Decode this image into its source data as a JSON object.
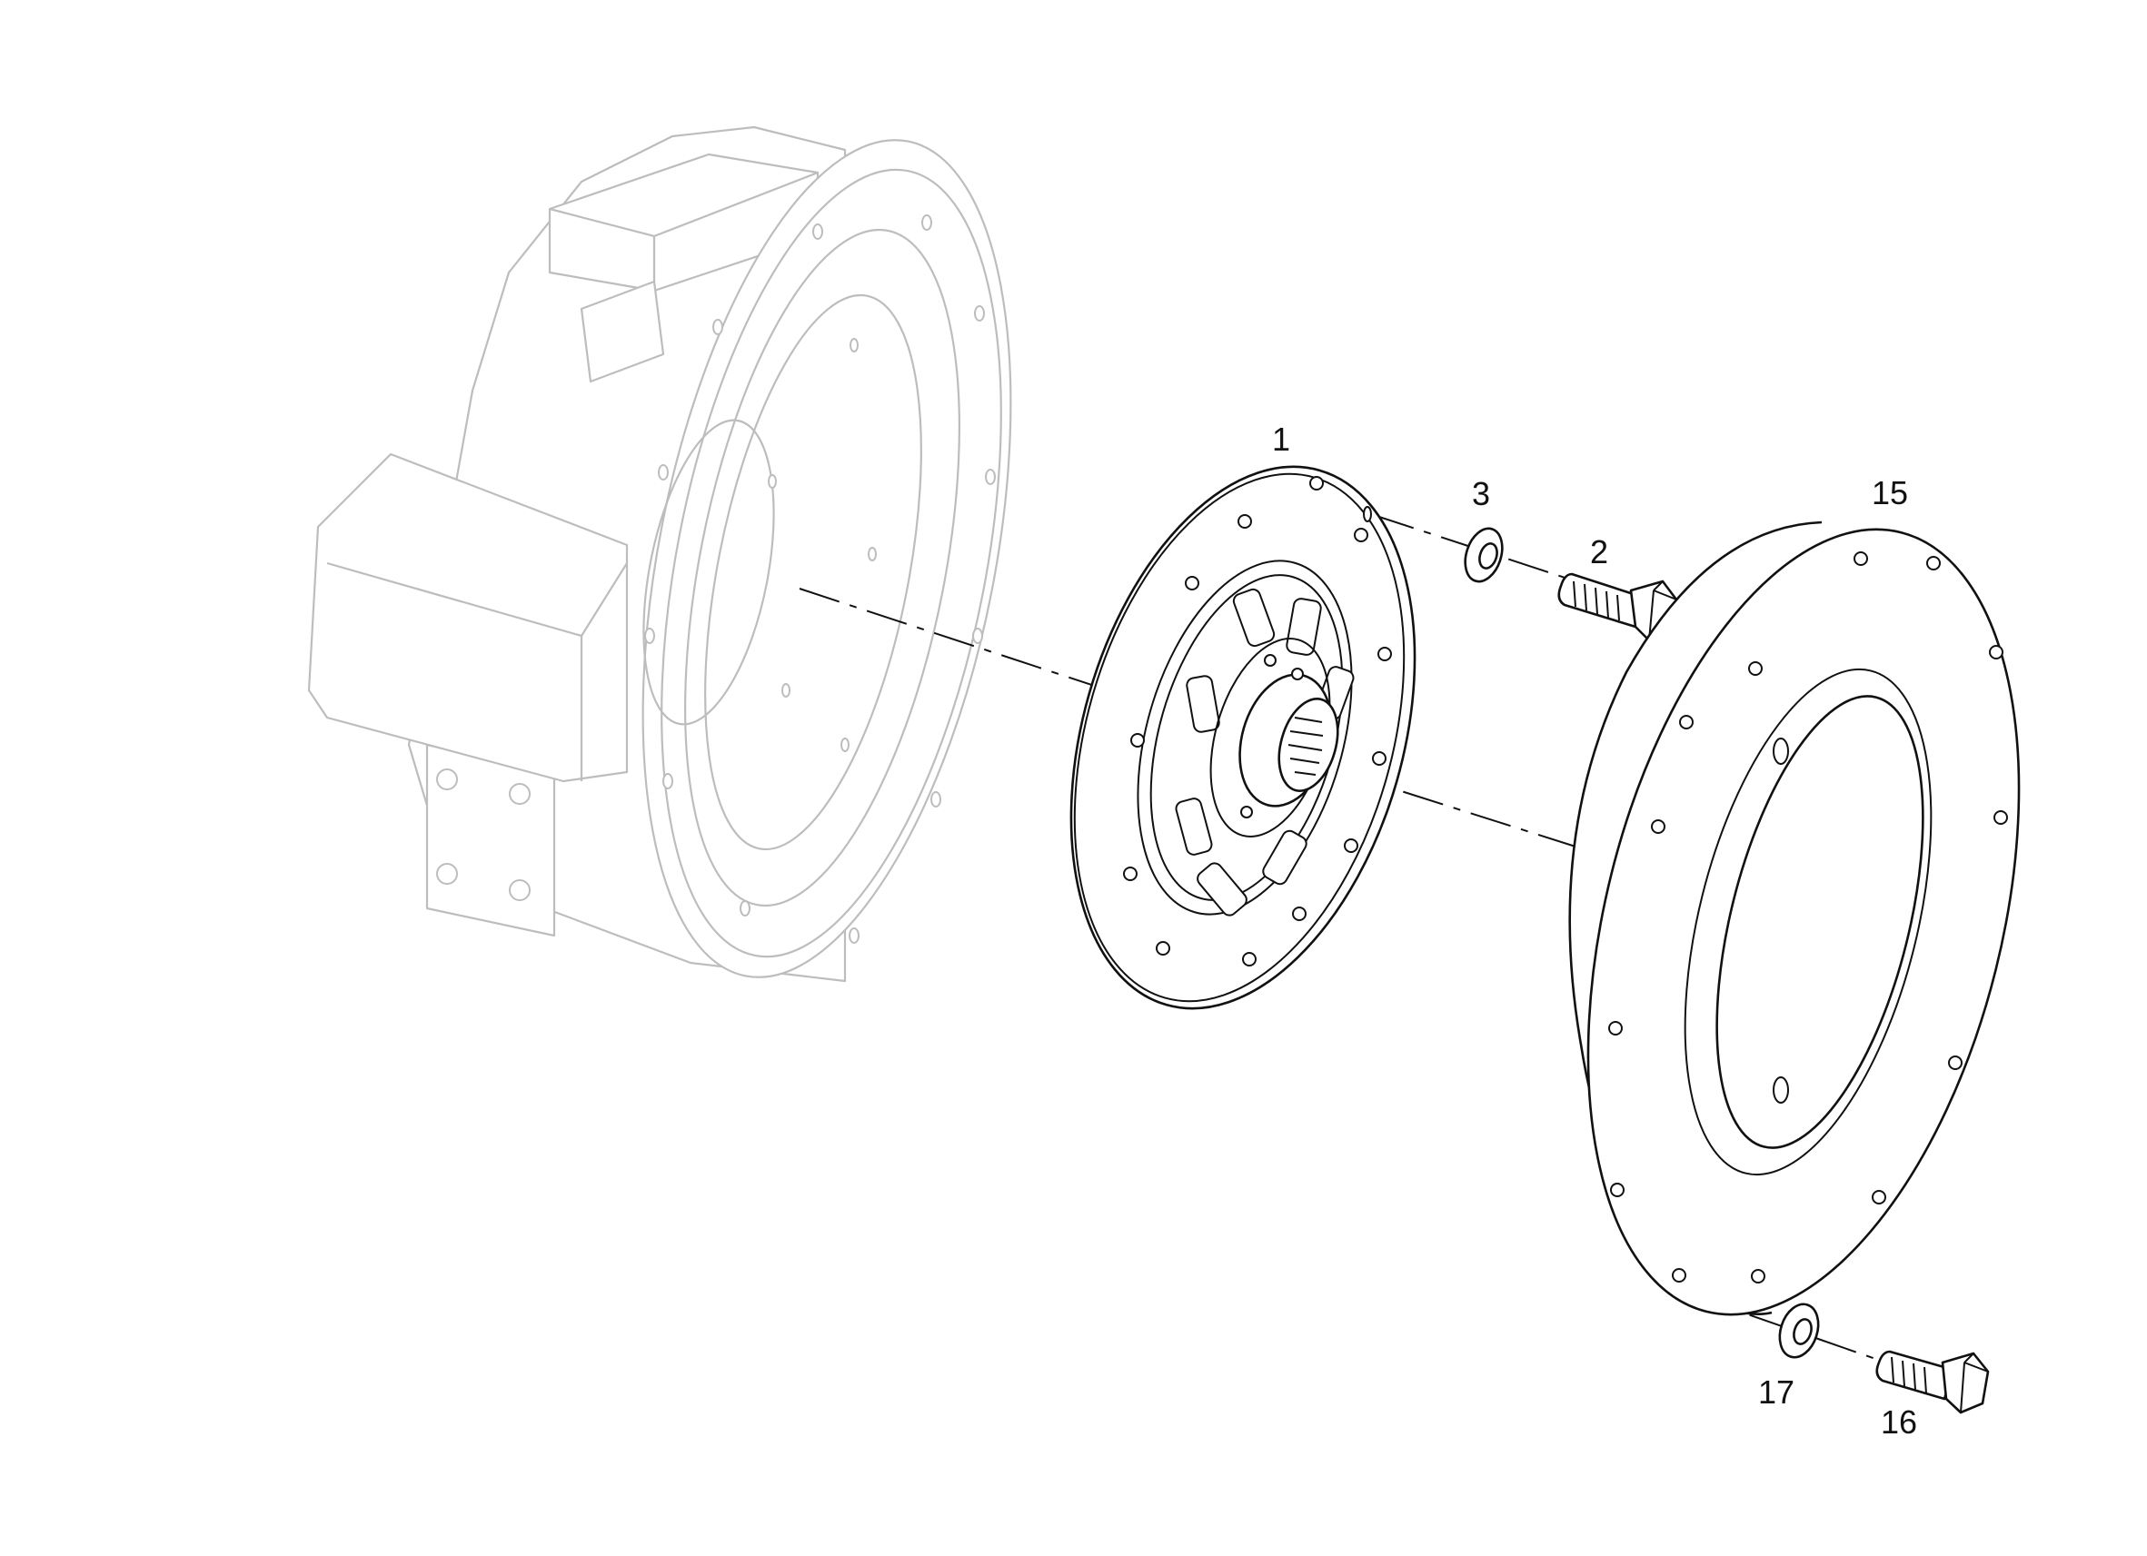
{
  "callouts": {
    "item_1": "1",
    "item_2": "2",
    "item_3": "3",
    "item_15": "15",
    "item_16": "16",
    "item_17": "17"
  },
  "colors": {
    "part_stroke": "#111111",
    "ghost_stroke": "#bdbdbd",
    "background": "#ffffff"
  }
}
